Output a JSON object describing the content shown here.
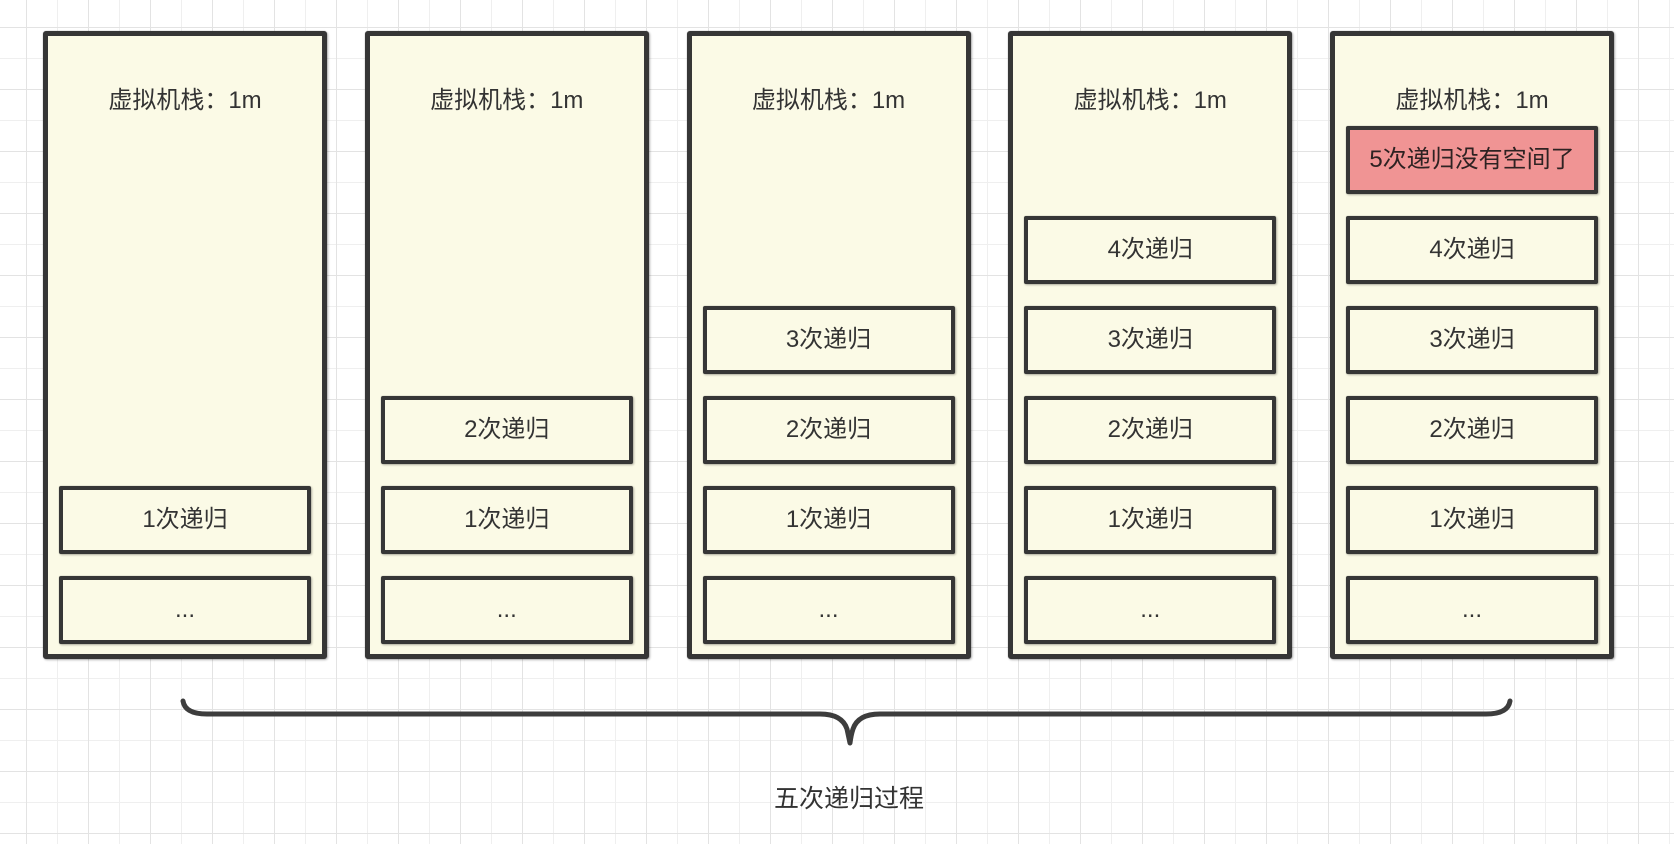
{
  "diagram": {
    "brace_label": "五次递归过程",
    "colors": {
      "frame_fill": "#FBFAE6",
      "danger_fill": "#F09494",
      "border": "#363636",
      "grid_minor": "#efefef",
      "grid_major": "#e3e3e3"
    },
    "stacks": [
      {
        "title": "虚拟机栈：1m",
        "frames": [
          {
            "label": "1次递归"
          },
          {
            "label": "..."
          }
        ]
      },
      {
        "title": "虚拟机栈：1m",
        "frames": [
          {
            "label": "2次递归"
          },
          {
            "label": "1次递归"
          },
          {
            "label": "..."
          }
        ]
      },
      {
        "title": "虚拟机栈：1m",
        "frames": [
          {
            "label": "3次递归"
          },
          {
            "label": "2次递归"
          },
          {
            "label": "1次递归"
          },
          {
            "label": "..."
          }
        ]
      },
      {
        "title": "虚拟机栈：1m",
        "frames": [
          {
            "label": "4次递归"
          },
          {
            "label": "3次递归"
          },
          {
            "label": "2次递归"
          },
          {
            "label": "1次递归"
          },
          {
            "label": "..."
          }
        ]
      },
      {
        "title": "虚拟机栈：1m",
        "frames": [
          {
            "label": "5次递归没有空间了",
            "danger": true
          },
          {
            "label": "4次递归"
          },
          {
            "label": "3次递归"
          },
          {
            "label": "2次递归"
          },
          {
            "label": "1次递归"
          },
          {
            "label": "..."
          }
        ]
      }
    ]
  }
}
